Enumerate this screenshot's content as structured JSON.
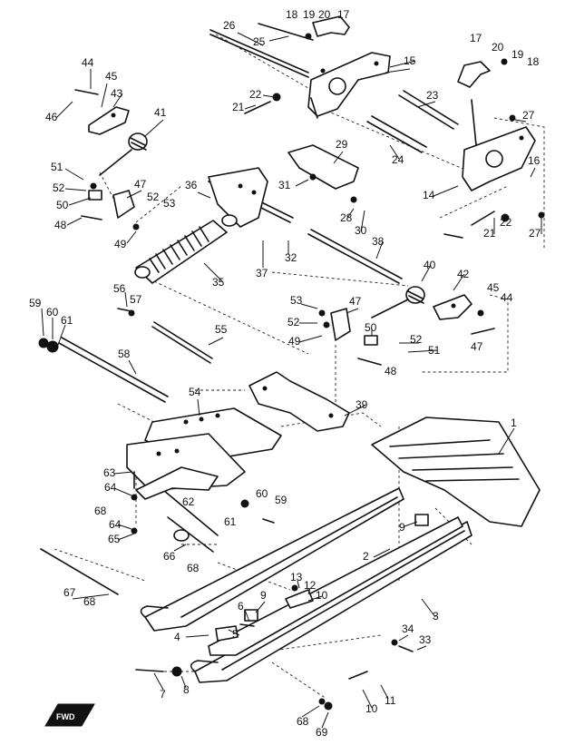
{
  "diagram": {
    "callouts": [
      {
        "id": "c18a",
        "label": "18"
      },
      {
        "id": "c19a",
        "label": "19"
      },
      {
        "id": "c20a",
        "label": "20"
      },
      {
        "id": "c17a",
        "label": "17"
      },
      {
        "id": "c26",
        "label": "26"
      },
      {
        "id": "c25",
        "label": "25"
      },
      {
        "id": "c15",
        "label": "15"
      },
      {
        "id": "c17b",
        "label": "17"
      },
      {
        "id": "c20b",
        "label": "20"
      },
      {
        "id": "c19b",
        "label": "19"
      },
      {
        "id": "c18b",
        "label": "18"
      },
      {
        "id": "c44a",
        "label": "44"
      },
      {
        "id": "c45a",
        "label": "45"
      },
      {
        "id": "c43",
        "label": "43"
      },
      {
        "id": "c46",
        "label": "46"
      },
      {
        "id": "c41",
        "label": "41"
      },
      {
        "id": "c22a",
        "label": "22"
      },
      {
        "id": "c21a",
        "label": "21"
      },
      {
        "id": "c23",
        "label": "23"
      },
      {
        "id": "c27a",
        "label": "27"
      },
      {
        "id": "c29",
        "label": "29"
      },
      {
        "id": "c24",
        "label": "24"
      },
      {
        "id": "c16",
        "label": "16"
      },
      {
        "id": "c14",
        "label": "14"
      },
      {
        "id": "c51a",
        "label": "51"
      },
      {
        "id": "c52a",
        "label": "52"
      },
      {
        "id": "c50a",
        "label": "50"
      },
      {
        "id": "c47a",
        "label": "47"
      },
      {
        "id": "c48a",
        "label": "48"
      },
      {
        "id": "c36",
        "label": "36"
      },
      {
        "id": "c52b",
        "label": "52"
      },
      {
        "id": "c53a",
        "label": "53"
      },
      {
        "id": "c49a",
        "label": "49"
      },
      {
        "id": "c31",
        "label": "31"
      },
      {
        "id": "c28",
        "label": "28"
      },
      {
        "id": "c30",
        "label": "30"
      },
      {
        "id": "c21b",
        "label": "21"
      },
      {
        "id": "c22b",
        "label": "22"
      },
      {
        "id": "c27b",
        "label": "27"
      },
      {
        "id": "c32",
        "label": "32"
      },
      {
        "id": "c37",
        "label": "37"
      },
      {
        "id": "c38",
        "label": "38"
      },
      {
        "id": "c35",
        "label": "35"
      },
      {
        "id": "c40",
        "label": "40"
      },
      {
        "id": "c42",
        "label": "42"
      },
      {
        "id": "c45b",
        "label": "45"
      },
      {
        "id": "c44b",
        "label": "44"
      },
      {
        "id": "c56",
        "label": "56"
      },
      {
        "id": "c57",
        "label": "57"
      },
      {
        "id": "c53b",
        "label": "53"
      },
      {
        "id": "c47b",
        "label": "47"
      },
      {
        "id": "c52c",
        "label": "52"
      },
      {
        "id": "c50b",
        "label": "50"
      },
      {
        "id": "c59a",
        "label": "59"
      },
      {
        "id": "c60a",
        "label": "60"
      },
      {
        "id": "c61a",
        "label": "61"
      },
      {
        "id": "c55",
        "label": "55"
      },
      {
        "id": "c49b",
        "label": "49"
      },
      {
        "id": "c52d",
        "label": "52"
      },
      {
        "id": "c51b",
        "label": "51"
      },
      {
        "id": "c47c",
        "label": "47"
      },
      {
        "id": "c48b",
        "label": "48"
      },
      {
        "id": "c58",
        "label": "58"
      },
      {
        "id": "c54",
        "label": "54"
      },
      {
        "id": "c39",
        "label": "39"
      },
      {
        "id": "c1",
        "label": "1"
      },
      {
        "id": "c63",
        "label": "63"
      },
      {
        "id": "c64a",
        "label": "64"
      },
      {
        "id": "c68a",
        "label": "68"
      },
      {
        "id": "c62",
        "label": "62"
      },
      {
        "id": "c64b",
        "label": "64"
      },
      {
        "id": "c65",
        "label": "65"
      },
      {
        "id": "c60b",
        "label": "60"
      },
      {
        "id": "c59b",
        "label": "59"
      },
      {
        "id": "c61b",
        "label": "61"
      },
      {
        "id": "c9a",
        "label": "9"
      },
      {
        "id": "c66",
        "label": "66"
      },
      {
        "id": "c68b",
        "label": "68"
      },
      {
        "id": "c2",
        "label": "2"
      },
      {
        "id": "c67",
        "label": "67"
      },
      {
        "id": "c68c",
        "label": "68"
      },
      {
        "id": "c13",
        "label": "13"
      },
      {
        "id": "c12",
        "label": "12"
      },
      {
        "id": "c10a",
        "label": "10"
      },
      {
        "id": "c9b",
        "label": "9"
      },
      {
        "id": "c6",
        "label": "6"
      },
      {
        "id": "c3",
        "label": "3"
      },
      {
        "id": "c4",
        "label": "4"
      },
      {
        "id": "c5",
        "label": "5"
      },
      {
        "id": "c34",
        "label": "34"
      },
      {
        "id": "c33",
        "label": "33"
      },
      {
        "id": "c7",
        "label": "7"
      },
      {
        "id": "c8",
        "label": "8"
      },
      {
        "id": "c10b",
        "label": "10"
      },
      {
        "id": "c11",
        "label": "11"
      },
      {
        "id": "c68d",
        "label": "68"
      },
      {
        "id": "c69",
        "label": "69"
      }
    ],
    "forward_badge": "FWD"
  }
}
